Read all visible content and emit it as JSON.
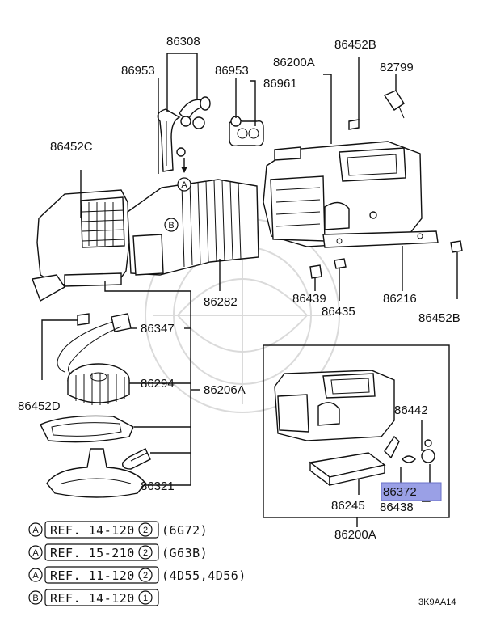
{
  "diagram_code": "3K9AA14",
  "part_labels": {
    "p86308": "86308",
    "p86953a": "86953",
    "p86953b": "86953",
    "p86961": "86961",
    "p86200A_top": "86200A",
    "p86452B_top": "86452B",
    "p82799": "82799",
    "p86452C": "86452C",
    "p86282": "86282",
    "p86439": "86439",
    "p86435": "86435",
    "p86216": "86216",
    "p86452B_bottom": "86452B",
    "p86347": "86347",
    "p86294": "86294",
    "p86206A": "86206A",
    "p86452D": "86452D",
    "p86321": "86321",
    "p86442": "86442",
    "p86372": "86372",
    "p86245": "86245",
    "p86438": "86438",
    "p86200A_bottom": "86200A"
  },
  "markers": {
    "a": "A",
    "b": "B"
  },
  "references": [
    {
      "marker": "A",
      "ref": "REF. 14-120",
      "num": "2",
      "model": "(6G72)"
    },
    {
      "marker": "A",
      "ref": "REF. 15-210",
      "num": "2",
      "model": "(G63B)"
    },
    {
      "marker": "A",
      "ref": "REF. 11-120",
      "num": "2",
      "model": "(4D55,4D56)"
    },
    {
      "marker": "B",
      "ref": "REF. 14-120",
      "num": "1",
      "model": ""
    }
  ],
  "highlight": {
    "label": "86372",
    "color": "#9aa0e6"
  }
}
